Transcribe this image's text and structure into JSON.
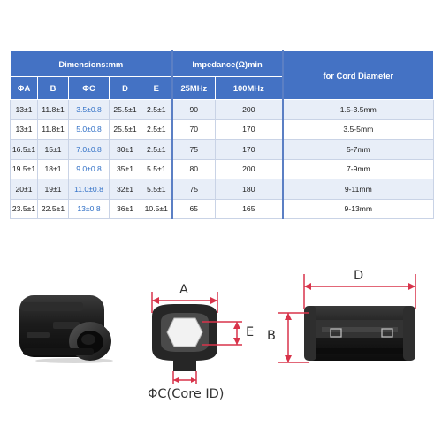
{
  "table": {
    "group_dimensions": "Dimensions:mm",
    "group_impedance": "Impedance(Ω)min",
    "group_cord": "for Cord Diameter",
    "headers": [
      "ΦA",
      "B",
      "ΦC",
      "D",
      "E",
      "25MHz",
      "100MHz"
    ],
    "rows": [
      [
        "13±1",
        "11.8±1",
        "3.5±0.8",
        "25.5±1",
        "2.5±1",
        "90",
        "200",
        "1.5-3.5mm"
      ],
      [
        "13±1",
        "11.8±1",
        "5.0±0.8",
        "25.5±1",
        "2.5±1",
        "70",
        "170",
        "3.5-5mm"
      ],
      [
        "16.5±1",
        "15±1",
        "7.0±0.8",
        "30±1",
        "2.5±1",
        "75",
        "170",
        "5-7mm"
      ],
      [
        "19.5±1",
        "18±1",
        "9.0±0.8",
        "35±1",
        "5.5±1",
        "80",
        "200",
        "7-9mm"
      ],
      [
        "20±1",
        "19±1",
        "11.0±0.8",
        "32±1",
        "5.5±1",
        "75",
        "180",
        "9-11mm"
      ],
      [
        "23.5±1",
        "22.5±1",
        "13±0.8",
        "36±1",
        "10.5±1",
        "65",
        "165",
        "9-13mm"
      ]
    ]
  },
  "diagram": {
    "label_a": "A",
    "label_b": "B",
    "label_d": "D",
    "label_e": "E",
    "label_c": "ΦC(Core ID)",
    "colors": {
      "header": "#4472c4",
      "band": "#e8eef8",
      "core_text": "#2f6fc6",
      "dimension_line": "#d8334a",
      "ferrite_body": "#1c1c1c"
    }
  }
}
